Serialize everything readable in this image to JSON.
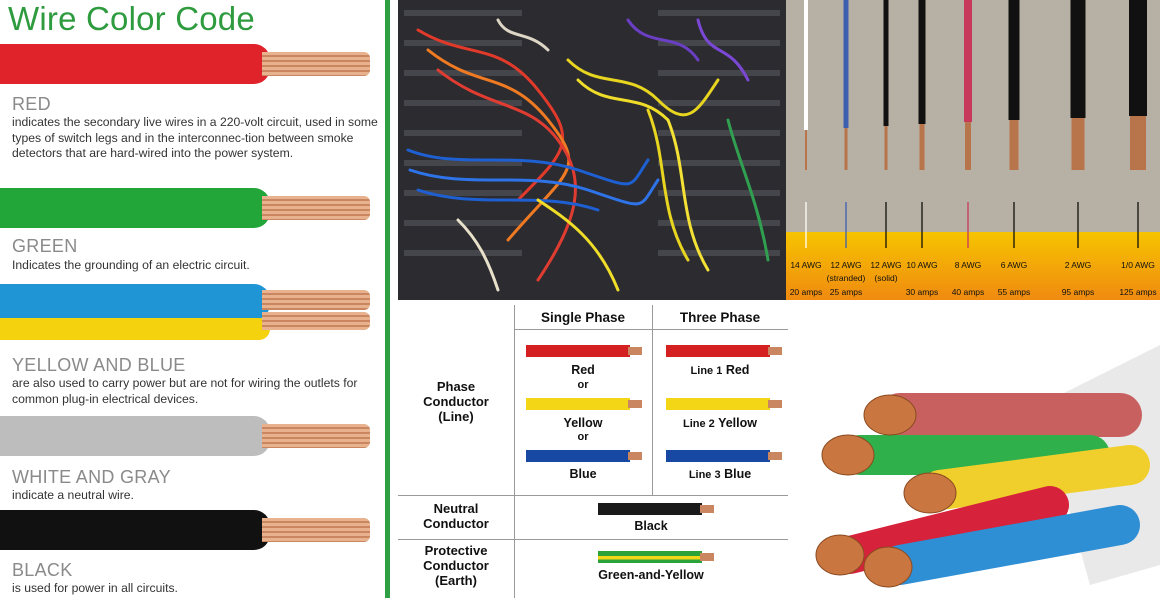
{
  "left": {
    "title": "Wire Color Code",
    "wires": [
      {
        "name": "RED",
        "desc": "indicates the secondary live wires in a 220-volt circuit, used in some types of switch legs and in the interconnec-tion between smoke detectors that are hard-wired into the power system.",
        "colors": [
          "#e0232a"
        ]
      },
      {
        "name": "GREEN",
        "desc": "Indicates the grounding of an electric circuit.",
        "colors": [
          "#22a539"
        ]
      },
      {
        "name": "YELLOW AND BLUE",
        "desc": "are also used to carry power but are not for wiring the outlets for common plug-in electrical devices.",
        "colors": [
          "#1f95d6",
          "#f5d20e"
        ]
      },
      {
        "name": "WHITE AND GRAY",
        "desc": "indicate a neutral wire.",
        "colors": [
          "#bdbdbd"
        ]
      },
      {
        "name": "BLACK",
        "desc": "is used for power in all circuits.",
        "colors": [
          "#111111"
        ]
      }
    ]
  },
  "gauges": {
    "items": [
      {
        "gauge": "14 AWG",
        "sub": "",
        "amps": "20 amps",
        "color": "#ffffff"
      },
      {
        "gauge": "12 AWG",
        "sub": "(stranded)",
        "amps": "25 amps",
        "color": "#3c5fb0"
      },
      {
        "gauge": "12 AWG",
        "sub": "(solid)",
        "amps": "",
        "color": "#111111"
      },
      {
        "gauge": "10 AWG",
        "sub": "",
        "amps": "30 amps",
        "color": "#111111"
      },
      {
        "gauge": "8 AWG",
        "sub": "",
        "amps": "40 amps",
        "color": "#c8385a"
      },
      {
        "gauge": "6 AWG",
        "sub": "",
        "amps": "55 amps",
        "color": "#111111"
      },
      {
        "gauge": "2 AWG",
        "sub": "",
        "amps": "95 amps",
        "color": "#111111"
      },
      {
        "gauge": "1/0 AWG",
        "sub": "",
        "amps": "125 amps",
        "color": "#111111"
      }
    ]
  },
  "table": {
    "header_single": "Single Phase",
    "header_three": "Three Phase",
    "row_phase": "Phase Conductor (Line)",
    "row_phase_lines": [
      "Phase",
      "Conductor",
      "(Line)"
    ],
    "row_neutral_lines": [
      "Neutral",
      "Conductor"
    ],
    "row_protective_lines": [
      "Protective",
      "Conductor",
      "(Earth)"
    ],
    "single": {
      "red": "Red",
      "or1": "or",
      "yellow": "Yellow",
      "or2": "or",
      "blue": "Blue"
    },
    "three": {
      "l1_prefix": "Line 1",
      "l1_color": "Red",
      "l2_prefix": "Line 2",
      "l2_color": "Yellow",
      "l3_prefix": "Line 3",
      "l3_color": "Blue"
    },
    "neutral": "Black",
    "protective": "Green-and-Yellow",
    "colors": {
      "red": "#d42020",
      "yellow": "#f3d716",
      "blue": "#1749a4",
      "black": "#1a1a1a",
      "green": "#2ba338",
      "copper": "#c98660"
    }
  }
}
